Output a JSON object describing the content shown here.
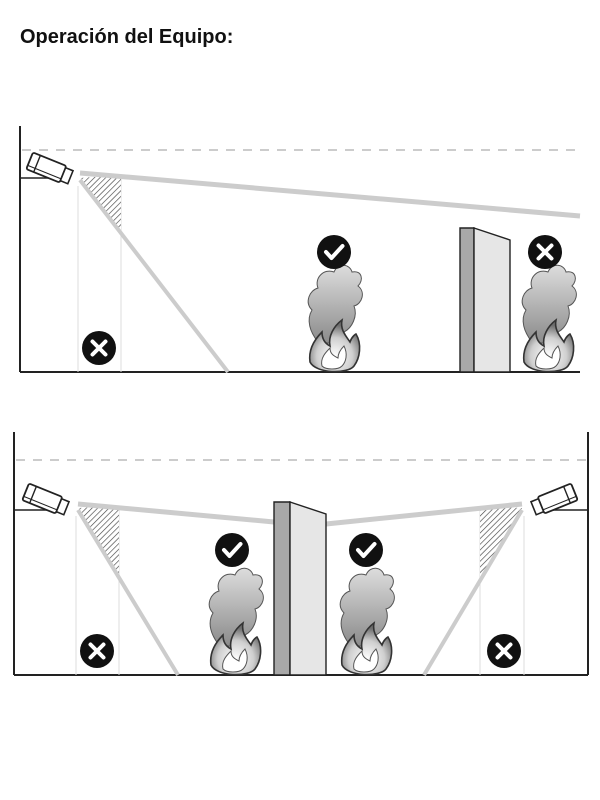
{
  "title": "Operación del Equipo:",
  "icons": {
    "ok": "check-circle-icon",
    "no": "x-circle-icon",
    "fire": "fire-smoke-icon",
    "detector": "beam-detector-icon"
  },
  "colors": {
    "text": "#111111",
    "line": "#222222",
    "beam": "#cccccc",
    "dashed": "#bbbbbb",
    "wall_front": "#e6e6e6",
    "wall_side": "#a8a8a8",
    "badge": "#111111"
  },
  "scenes": [
    {
      "name": "single-detector",
      "detectors": 1,
      "obstacles": 1
    },
    {
      "name": "dual-detector",
      "detectors": 2,
      "obstacles": 1
    }
  ]
}
